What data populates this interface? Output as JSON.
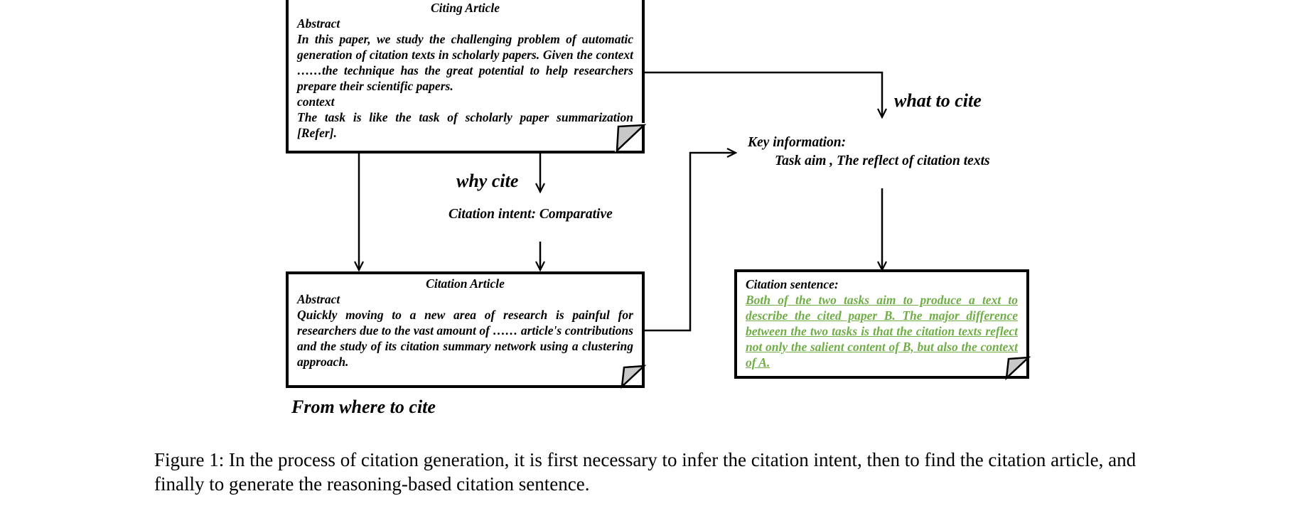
{
  "citing_article": {
    "title": "Citing Article",
    "abstract_label": "Abstract",
    "abstract_text": "In this paper, we study the challenging problem of automatic generation of citation texts in scholarly papers. Given the context ……the technique has the great potential to help researchers prepare their scientific papers.",
    "context_label": "context",
    "context_text": "The task is like the task of scholarly paper summarization [Refer]."
  },
  "why_cite_label": "why cite",
  "citation_intent": "Citation intent:  Comparative",
  "what_to_cite_label": "what to cite",
  "key_information": {
    "label": "Key information:",
    "text": "Task aim , The reflect of citation texts"
  },
  "citation_article": {
    "title": "Citation Article",
    "abstract_label": "Abstract",
    "abstract_text": "Quickly moving to a new area of research is painful for researchers due to the vast amount of  …… article's contributions and the study of its citation summary network using a clustering approach."
  },
  "from_where_label": "From where to cite",
  "citation_sentence": {
    "label": "Citation sentence:",
    "text": "Both of the two tasks aim to produce a text to describe the cited paper B. The major difference between the two tasks is that the citation texts reflect not only the salient content of B, but also the context of A."
  },
  "caption": "Figure 1: In the process of citation generation, it is first necessary to infer the citation intent, then to find the citation article, and finally to generate the reasoning-based citation sentence.",
  "colors": {
    "generated_text": "#70ad47",
    "fold": "#c8c8c8"
  }
}
